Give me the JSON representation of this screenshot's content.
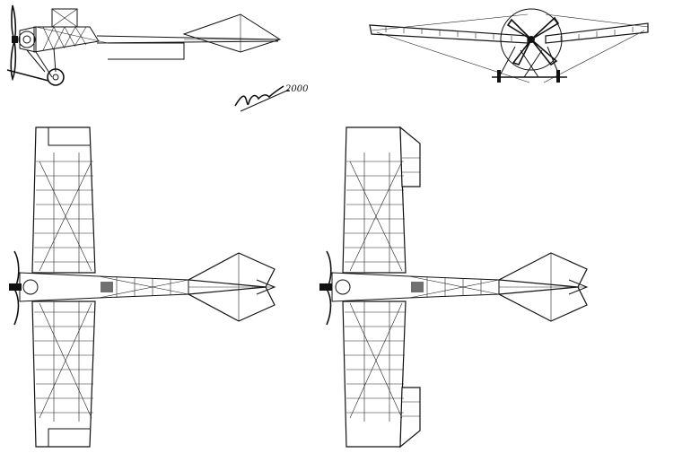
{
  "drawing": {
    "views": [
      "side-view",
      "front-view",
      "top-view",
      "bottom-view"
    ],
    "signature": {
      "kind": "handwritten-signature",
      "year": "2000"
    }
  },
  "colors": {
    "ink": "#111111",
    "paper": "#ffffff"
  }
}
